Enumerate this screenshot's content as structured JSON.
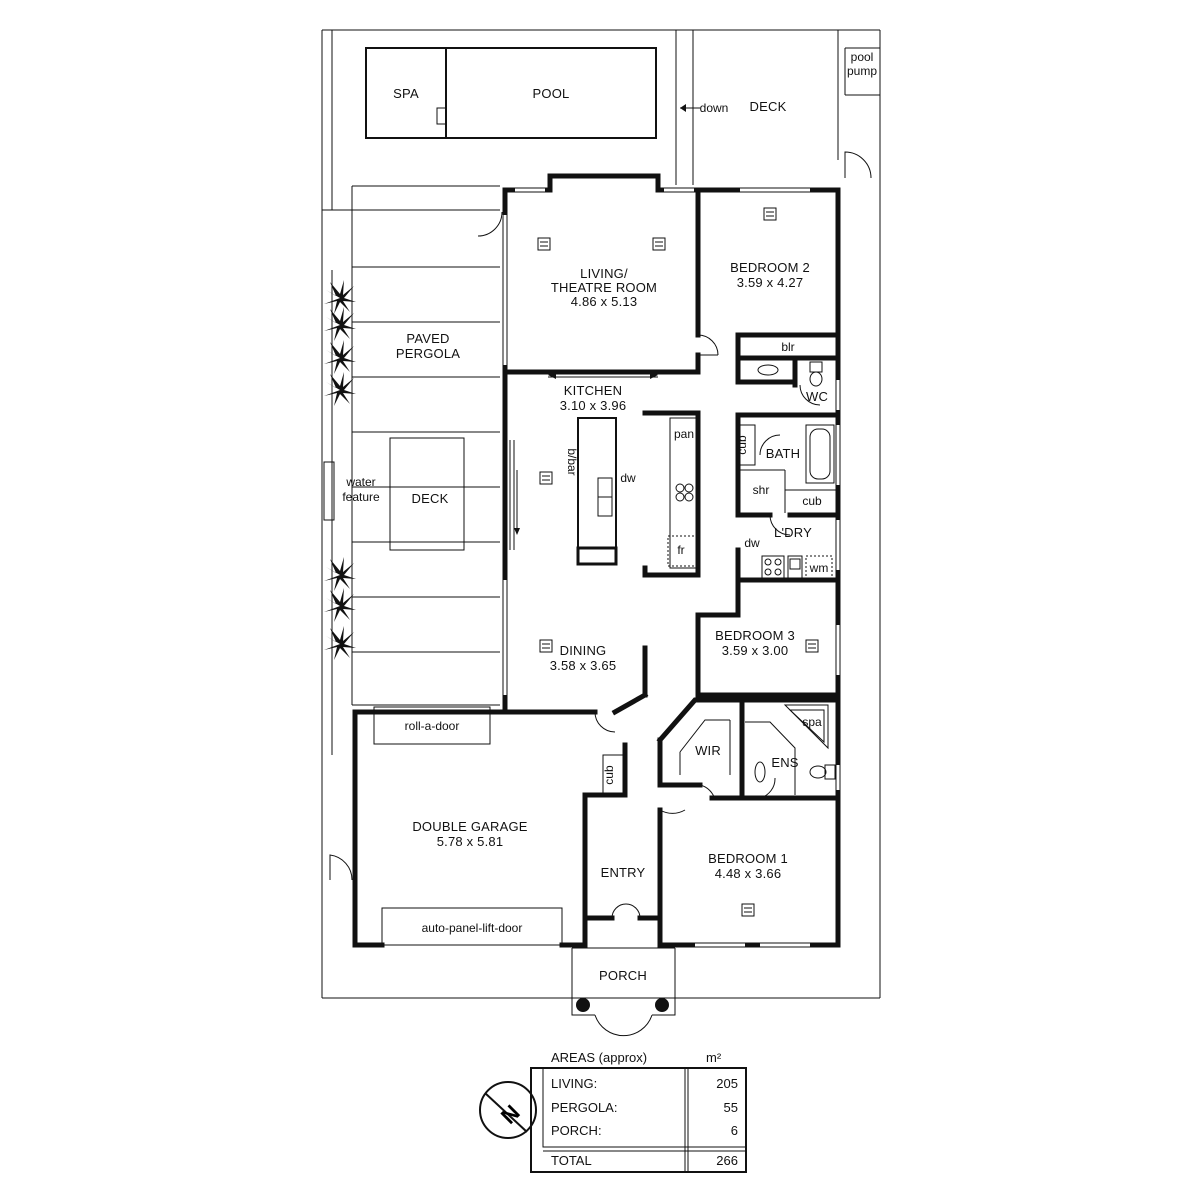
{
  "outdoor": {
    "spa": "SPA",
    "pool": "POOL",
    "down": "down",
    "deck_top": "DECK",
    "pool_pump_1": "pool",
    "pool_pump_2": "pump",
    "paved_pergola_1": "PAVED",
    "paved_pergola_2": "PERGOLA",
    "water_feature_1": "water",
    "water_feature_2": "feature",
    "deck_side": "DECK",
    "porch": "PORCH"
  },
  "rooms": {
    "living": {
      "name_1": "LIVING/",
      "name_2": "THEATRE ROOM",
      "size": "4.86 x 5.13"
    },
    "bedroom2": {
      "name": "BEDROOM 2",
      "size": "3.59 x 4.27"
    },
    "kitchen": {
      "name": "KITCHEN",
      "size": "3.10 x 3.96"
    },
    "dining": {
      "name": "DINING",
      "size": "3.58 x 3.65"
    },
    "bedroom3": {
      "name": "BEDROOM 3",
      "size": "3.59 x 3.00"
    },
    "bedroom1": {
      "name": "BEDROOM 1",
      "size": "4.48 x 3.66"
    },
    "garage": {
      "name": "DOUBLE GARAGE",
      "size": "5.78 x 5.81"
    },
    "entry": "ENTRY",
    "bath": "BATH",
    "wc": "WC",
    "laundry": "L'DRY",
    "wir": "WIR",
    "ens": "ENS"
  },
  "fixtures": {
    "blr": "blr",
    "pan": "pan",
    "dw_kitchen": "dw",
    "fr": "fr",
    "bbar": "b/bar",
    "cub_bath": "cub",
    "shr": "shr",
    "cub_bath2": "cub",
    "dw_laundry": "dw",
    "wm": "wm",
    "spa_ens": "spa",
    "cub_entry": "cub",
    "roll_a_door": "roll-a-door",
    "auto_panel_lift_door": "auto-panel-lift-door"
  },
  "areas": {
    "title": "AREAS (approx)",
    "unit": "m²",
    "rows": [
      {
        "label": "LIVING:",
        "value": "205"
      },
      {
        "label": "PERGOLA:",
        "value": "55"
      },
      {
        "label": "PORCH:",
        "value": "6"
      }
    ],
    "total_label": "TOTAL",
    "total_value": "266"
  },
  "north": "N"
}
